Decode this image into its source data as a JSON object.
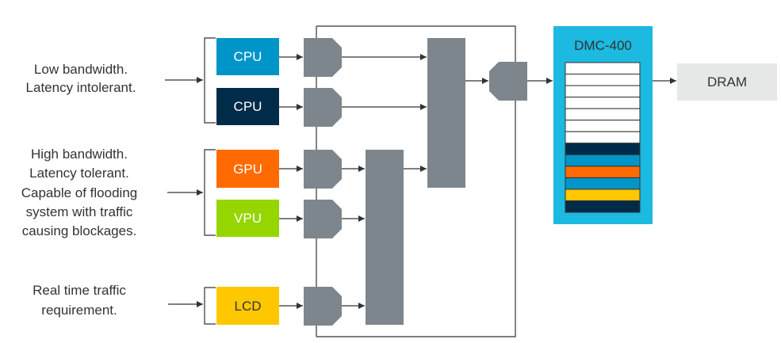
{
  "requirements": [
    {
      "lines": [
        "Low bandwidth.",
        "Latency intolerant."
      ]
    },
    {
      "lines": [
        "High bandwidth.",
        "Latency tolerant.",
        "Capable of flooding",
        "system with traffic",
        "causing blockages."
      ]
    },
    {
      "lines": [
        "Real time traffic",
        "requirement."
      ]
    }
  ],
  "masters": [
    {
      "label": "CPU",
      "color": "#0095c8",
      "text_color": "#ffffff"
    },
    {
      "label": "CPU",
      "color": "#002b49",
      "text_color": "#ffffff"
    },
    {
      "label": "GPU",
      "color": "#ff6b00",
      "text_color": "#ffffff"
    },
    {
      "label": "VPU",
      "color": "#95d600",
      "text_color": "#ffffff"
    },
    {
      "label": "LCD",
      "color": "#ffc700",
      "text_color": "#333333"
    }
  ],
  "controller": {
    "label": "DMC-400",
    "color": "#1cb9e0",
    "queue_colors": [
      "#ffffff",
      "#ffffff",
      "#ffffff",
      "#ffffff",
      "#ffffff",
      "#ffffff",
      "#ffffff",
      "#002b49",
      "#0095c8",
      "#ff6b00",
      "#0095c8",
      "#ffc700",
      "#002b49"
    ]
  },
  "memory": {
    "label": "DRAM",
    "color": "#e6e8e8"
  },
  "colors": {
    "interconnect": "#7d868c",
    "line": "#333333"
  }
}
